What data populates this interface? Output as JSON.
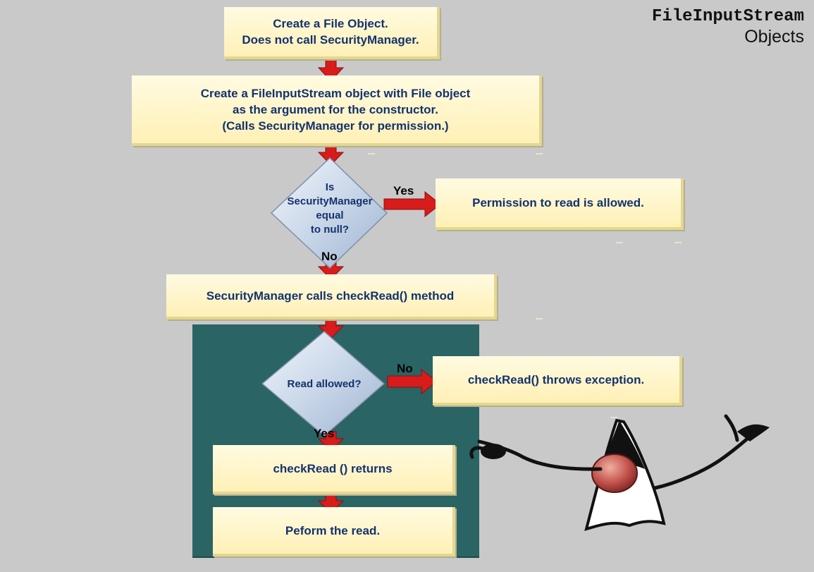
{
  "title": {
    "line1": "FileInputStream",
    "line2": "Objects"
  },
  "boxes": {
    "create_file": {
      "line1": "Create a File Object.",
      "line2": "Does not call SecurityManager."
    },
    "create_fis": {
      "line1": "Create a FileInputStream object with File object",
      "line2": "as the argument for the constructor.",
      "line3": "(Calls SecurityManager for permission.)"
    },
    "permission": "Permission to read is allowed.",
    "check_read": "SecurityManager calls checkRead() method",
    "throws": "checkRead() throws exception.",
    "returns": "checkRead () returns",
    "perform": "Peform the read."
  },
  "decisions": {
    "null_check": {
      "line1": "Is",
      "line2": "SecurityManager",
      "line3": "equal",
      "line4": "to null?"
    },
    "read_allowed": "Read allowed?"
  },
  "edge_labels": {
    "yes_1": "Yes",
    "no_1": "No",
    "no_2": "No",
    "yes_2": "Yes"
  },
  "colors": {
    "background": "#c9c9c9",
    "panel": "#2a6464",
    "box_fill": "#fff4c4",
    "arrow": "#d81b1b",
    "diamond": "#c7d6e8",
    "text": "#14326e"
  }
}
